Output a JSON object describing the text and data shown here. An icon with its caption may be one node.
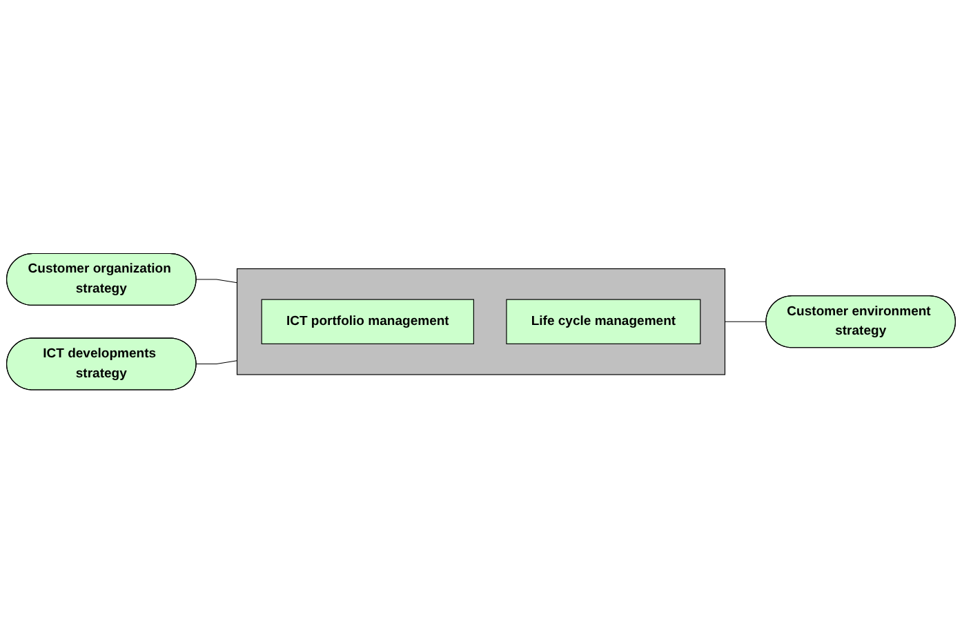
{
  "diagram": {
    "nodes": [
      {
        "text": [
          "Customer organization strategy"
        ]
      },
      {
        "text": [
          "ICT developments strategy"
        ]
      },
      {
        "text": [],
        "shape": "box"
      },
      {
        "text": [
          "ICT portfolio management"
        ],
        "in": 2
      },
      {
        "text": [
          "Life cycle management"
        ],
        "in": 2
      },
      {
        "text": [
          "Customer environment strategy"
        ]
      }
    ],
    "edges": [
      {
        "from": 0,
        "to": 2,
        "arrow": "none"
      },
      {
        "from": 1,
        "to": 2,
        "arrow": "none"
      },
      {
        "from": 2,
        "to": 5,
        "arrow": "none"
      }
    ]
  }
}
